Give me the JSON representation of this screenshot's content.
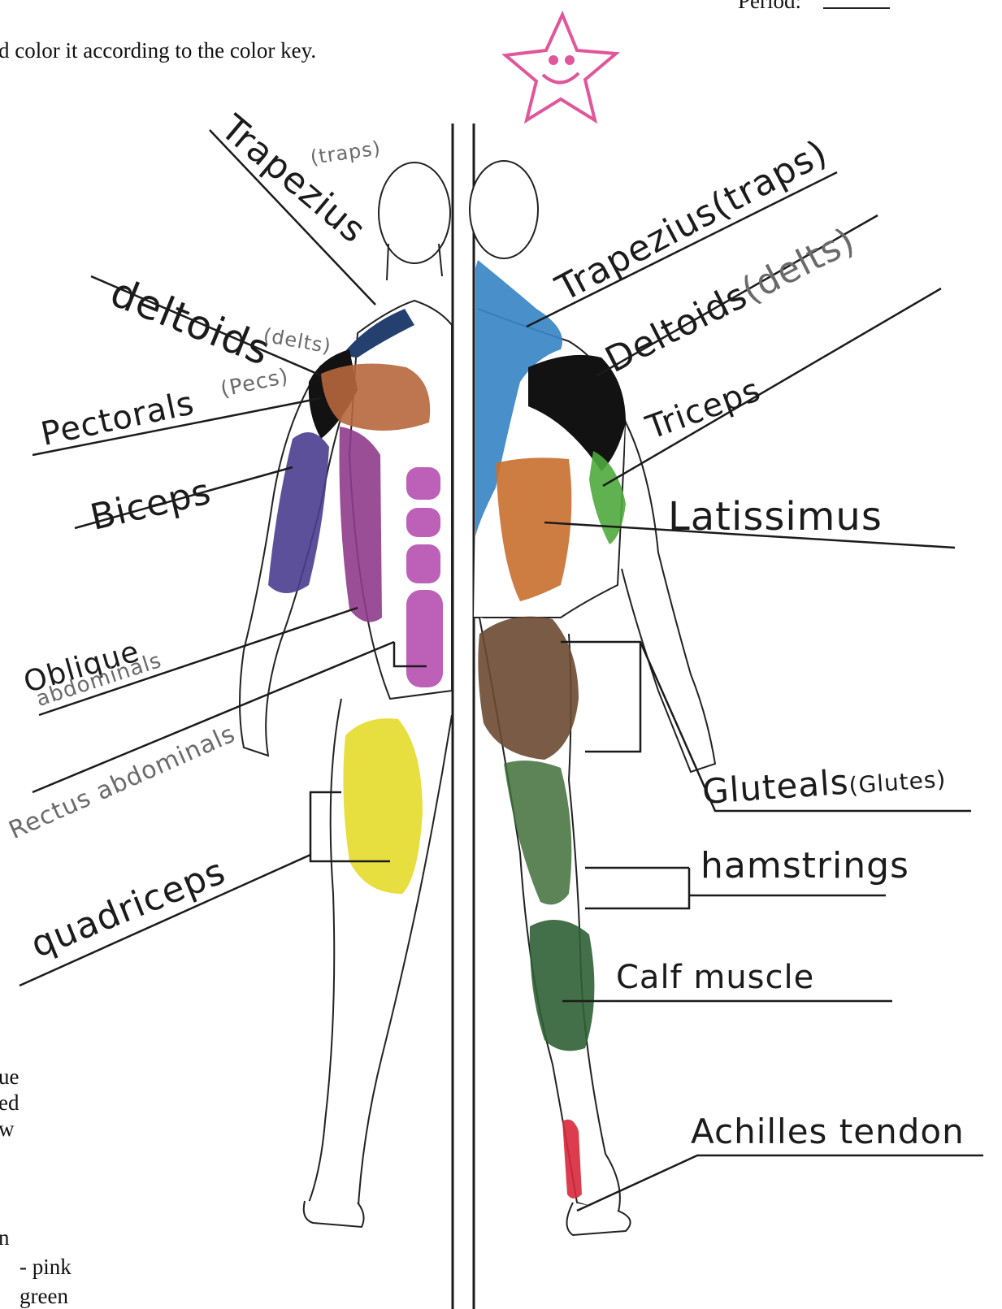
{
  "header": {
    "period_label": "Period:",
    "instruction": "d color it according to the color key."
  },
  "front_labels": [
    {
      "id": "trapezius",
      "text": "Trapezius",
      "note": "(traps)"
    },
    {
      "id": "deltoids",
      "text": "deltoids",
      "note": "(delts)"
    },
    {
      "id": "pectorals",
      "text": "Pectorals",
      "note": "(Pecs)"
    },
    {
      "id": "biceps",
      "text": "Biceps"
    },
    {
      "id": "oblique",
      "text": "Oblique",
      "text2": "abdominals"
    },
    {
      "id": "rectus",
      "text": "Rectus abdominals"
    },
    {
      "id": "quadriceps",
      "text": "quadriceps"
    }
  ],
  "back_labels": [
    {
      "id": "trapezius",
      "text": "Trapezius",
      "note": "(traps)"
    },
    {
      "id": "deltoids",
      "text": "Deltoids",
      "note": "(delts)"
    },
    {
      "id": "triceps",
      "text": "Triceps"
    },
    {
      "id": "latissimus",
      "text": "Latissimus"
    },
    {
      "id": "gluteals",
      "text": "Gluteals",
      "note": "(Glutes)"
    },
    {
      "id": "hamstrings",
      "text": "hamstrings"
    },
    {
      "id": "calf",
      "text": "Calf muscle"
    },
    {
      "id": "achilles",
      "text": "Achilles tendon"
    }
  ],
  "color_key": {
    "items": [
      "ue",
      "ed",
      "w",
      "n",
      "- pink",
      "green"
    ]
  },
  "colors": {
    "trapezius": "#3a86c4",
    "deltoids": "#111111",
    "pectorals": "#c2683a",
    "biceps": "#4b3d8f",
    "abdominals": "#b64fb0",
    "quadriceps": "#e4dc2a",
    "latissimus": "#c96f2e",
    "gluteals": "#6b4a32",
    "hamstrings": "#3f6e3a",
    "triceps": "#4fa83c",
    "achilles": "#d8283b",
    "sticker": "#e0569b"
  }
}
